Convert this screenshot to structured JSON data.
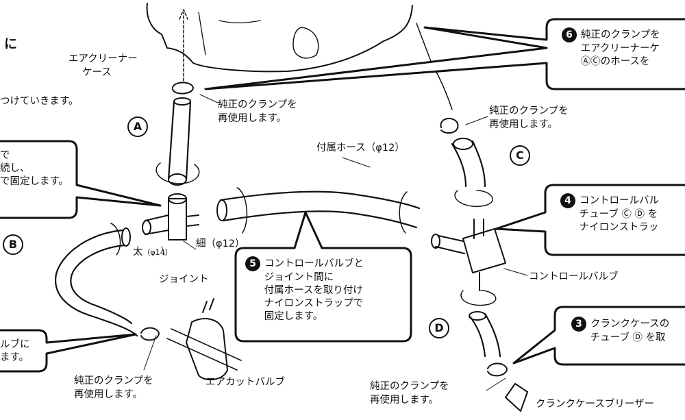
{
  "top_fragment": "に",
  "intro_fragment": "つけていきます。",
  "labels": {
    "air_cleaner_case_line1": "エアクリーナー",
    "air_cleaner_case_line2": "ケース",
    "reuse_clamp_a_line1": "純正のクランプを",
    "reuse_clamp_a_line2": "再使用します。",
    "reuse_clamp_c_line1": "純正のクランプを",
    "reuse_clamp_c_line2": "再使用します。",
    "reuse_clamp_b_line1": "純正のクランプを",
    "reuse_clamp_b_line2": "再使用します。",
    "reuse_clamp_d_line1": "純正のクランプを",
    "reuse_clamp_d_line2": "再使用します。",
    "accessory_hose": "付属ホース（φ12）",
    "thick": "太",
    "thick_size": "（φ14）",
    "thin": "細（φ12）",
    "joint": "ジョイント",
    "control_valve": "コントロールバルブ",
    "air_cut_valve": "エアカットバルブ",
    "crankcase_breather": "クランクケースブリーザー"
  },
  "part_letters": {
    "a": "A",
    "b": "B",
    "c": "C",
    "d": "D"
  },
  "callouts": {
    "step6": {
      "num": "6",
      "line1": "純正のクランプを",
      "line2": "エアクリーナーケ",
      "line3": "ⒶⒸのホースを"
    },
    "step4": {
      "num": "4",
      "line1": "コントロールバル",
      "line2": "チューブ Ⓒ Ⓓ を",
      "line3": "ナイロンストラッ"
    },
    "step3": {
      "num": "3",
      "line1": "クランクケースの",
      "line2": "チューブ Ⓓ を取"
    },
    "step5": {
      "num": "5",
      "line1": "コントロールバルブと",
      "line2": "ジョイント間に",
      "line3": "付属ホースを取り付け",
      "line4": "ナイロンストラップで",
      "line5": "固定します。"
    },
    "left_top": {
      "line1": "で",
      "line2": "続し、",
      "line3": "で固定します。"
    },
    "left_bottom": {
      "line1": "ルブに",
      "line2": "ます。"
    }
  }
}
